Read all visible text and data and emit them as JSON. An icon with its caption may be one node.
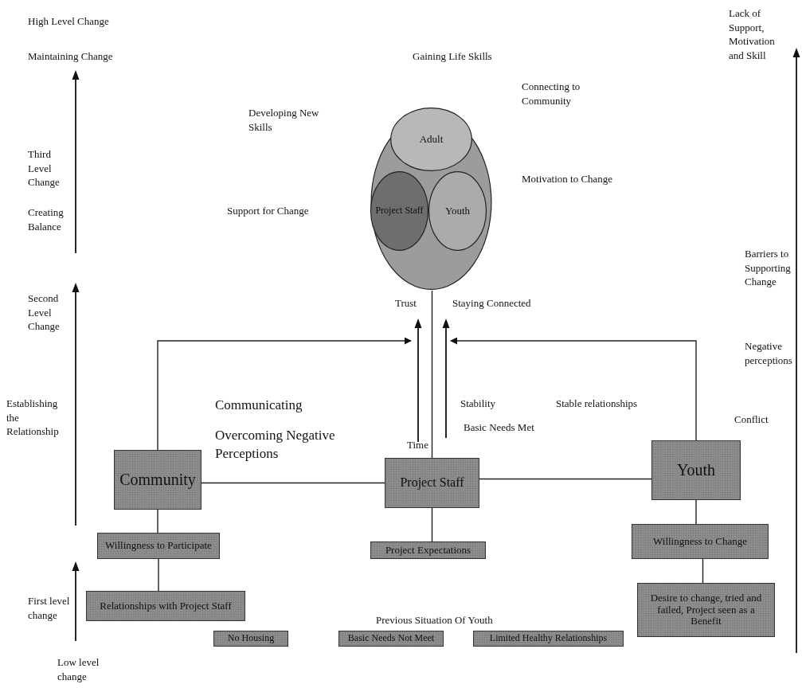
{
  "diagram": {
    "nodes": [
      {
        "text": [],
        "shape": "ellipse"
      },
      {
        "text": [
          "Adult"
        ],
        "in": 0
      },
      {
        "text": [
          "Project Staff"
        ],
        "in": 0
      },
      {
        "text": [
          "Youth"
        ],
        "in": 0
      },
      {
        "text": [
          "Community"
        ]
      },
      {
        "text": [
          "Project Staff"
        ]
      },
      {
        "text": [
          "Youth"
        ]
      },
      {
        "text": [
          "Willingness to Participate"
        ]
      },
      {
        "text": [
          "Relationships with Project Staff"
        ]
      },
      {
        "text": [
          "Project Expectations"
        ]
      },
      {
        "text": [
          "Willingness to Change"
        ]
      },
      {
        "text": [
          "Desire to change, tried and failed, Project seen as a Benefit"
        ]
      },
      {
        "text": [
          "No Housing"
        ]
      },
      {
        "text": [
          "Basic Needs Not Meet"
        ]
      },
      {
        "text": [
          "Limited Healthy Relationships"
        ]
      }
    ],
    "edges": [
      {
        "from": 4,
        "to": null,
        "arrow": "to"
      },
      {
        "from": 6,
        "to": null,
        "arrow": "to"
      },
      {
        "from": 5,
        "to": 0,
        "arrow": "none"
      },
      {
        "from": 4,
        "to": 5,
        "arrow": "none"
      },
      {
        "from": 5,
        "to": 6,
        "arrow": "none"
      },
      {
        "from": 4,
        "to": 7,
        "arrow": "none"
      },
      {
        "from": 7,
        "to": 8,
        "arrow": "none"
      },
      {
        "from": 5,
        "to": 9,
        "arrow": "none"
      },
      {
        "from": 6,
        "to": 10,
        "arrow": "none"
      },
      {
        "from": 10,
        "to": 11,
        "arrow": "none"
      }
    ],
    "labels": [
      "High Level Change",
      "Lack of Support, Motivation and Skill",
      "Maintaining Change",
      "Gaining Life Skills",
      "Connecting to Community",
      "Developing New Skills",
      "Third Level Change",
      "Motivation to Change",
      "Creating Balance",
      "Support for Change",
      "Barriers to Supporting Change",
      "Trust",
      "Staying Connected",
      "Second Level Change",
      "Negative perceptions",
      "Establishing the Relationship",
      "Communicating",
      "Stability",
      "Stable relationships",
      "Conflict",
      "Overcoming Negative Perceptions",
      "Basic Needs Met",
      "Time",
      "First level change",
      "Previous Situation Of Youth",
      "Low level change"
    ]
  }
}
